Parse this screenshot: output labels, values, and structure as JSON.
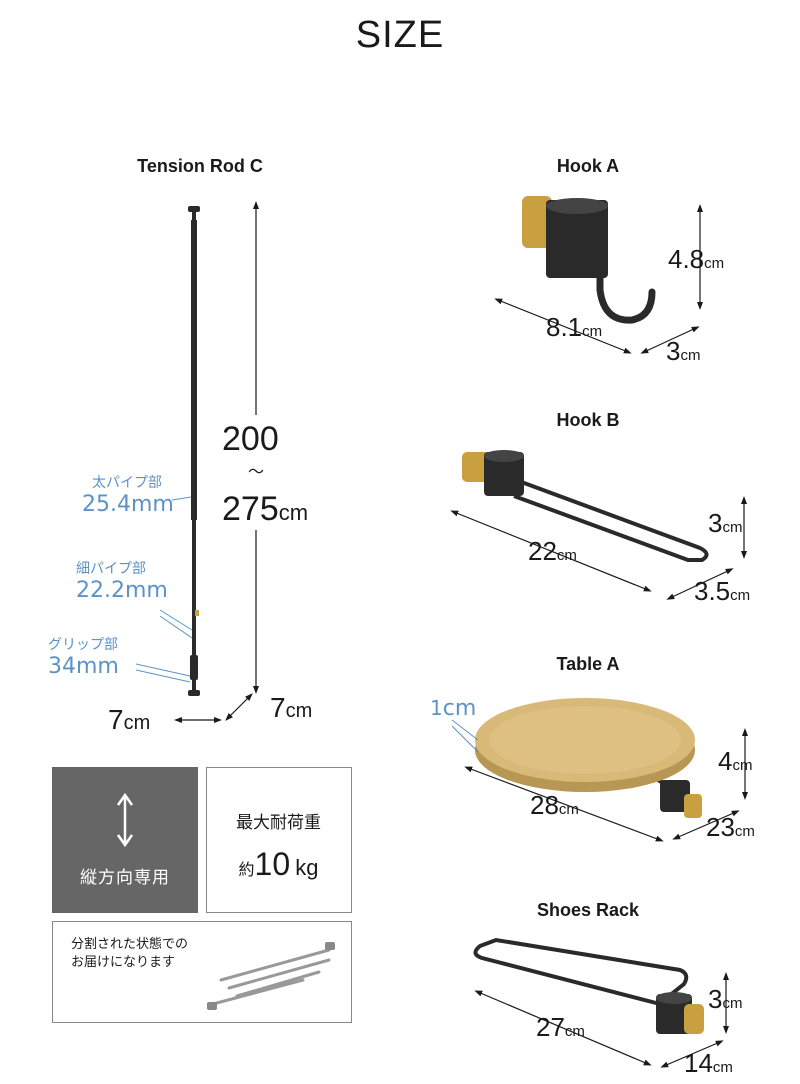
{
  "page": {
    "title": "SIZE"
  },
  "rod": {
    "label": "Tension Rod C",
    "height_top": "200",
    "height_sep": "〜",
    "height_bottom": "275",
    "unit": "cm",
    "base_w": "7",
    "base_d": "7",
    "thick_pipe": {
      "label": "太パイプ部",
      "value": "25.4",
      "unit": "mm"
    },
    "thin_pipe": {
      "label": "細パイプ部",
      "value": "22.2",
      "unit": "mm"
    },
    "grip": {
      "label": "グリップ部",
      "value": "34",
      "unit": "mm"
    }
  },
  "hook_a": {
    "label": "Hook A",
    "h": "4.8",
    "w": "8.1",
    "d": "3",
    "unit": "cm"
  },
  "hook_b": {
    "label": "Hook B",
    "h": "3",
    "w": "22",
    "d": "3.5",
    "unit": "cm"
  },
  "table_a": {
    "label": "Table A",
    "thick": "1",
    "h": "4",
    "w": "28",
    "d": "23",
    "unit": "cm"
  },
  "shoes_rack": {
    "label": "Shoes Rack",
    "h": "3",
    "w": "27",
    "d": "14",
    "unit": "cm"
  },
  "info": {
    "direction": "縦方向専用",
    "load_title": "最大耐荷重",
    "load_prefix": "約",
    "load_value": "10",
    "load_unit": "kg",
    "delivery_line1": "分割された状態での",
    "delivery_line2": "お届けになります"
  },
  "colors": {
    "accent_blue": "#5b93c8",
    "wood": "#d9b978",
    "brass": "#c8a040",
    "metal": "#2a2a2a",
    "panel_gray": "#666666"
  }
}
